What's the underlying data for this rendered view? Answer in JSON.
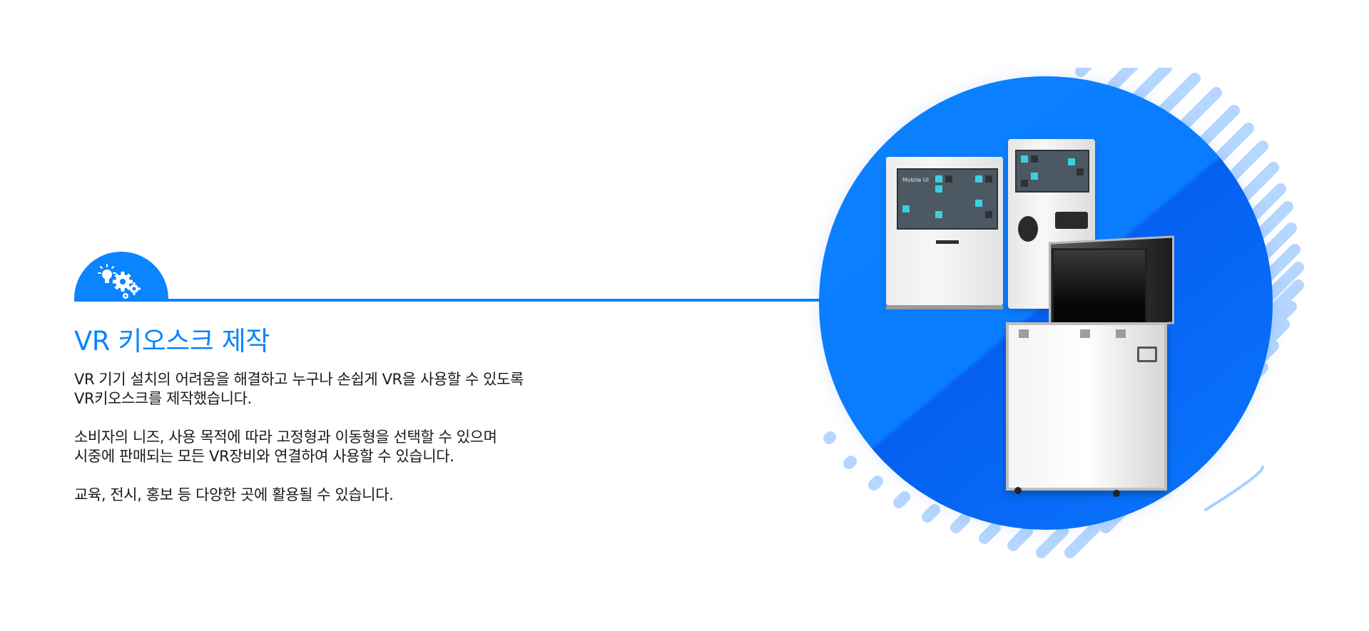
{
  "section": {
    "title": "VR 키오스크 제작",
    "icon": "idea-gears-icon",
    "accent_color": "#0a84ff"
  },
  "description": {
    "paragraphs": [
      "VR 기기 설치의 어려움을 해결하고 누구나 손쉽게 VR을 사용할 수 있도록\nVR키오스크를 제작했습니다.",
      "소비자의 니즈, 사용 목적에 따라 고정형과 이동형을 선택할 수 있으며\n시중에 판매되는 모든 VR장비와 연결하여 사용할 수 있습니다.",
      "교육, 전시, 홍보 등 다양한 곳에 활용될 수 있습니다."
    ]
  },
  "visual": {
    "circle_color": "#0a7cff",
    "stripe_color": "#a9d0ff",
    "kiosk_screen_label": "Mobile UI"
  }
}
